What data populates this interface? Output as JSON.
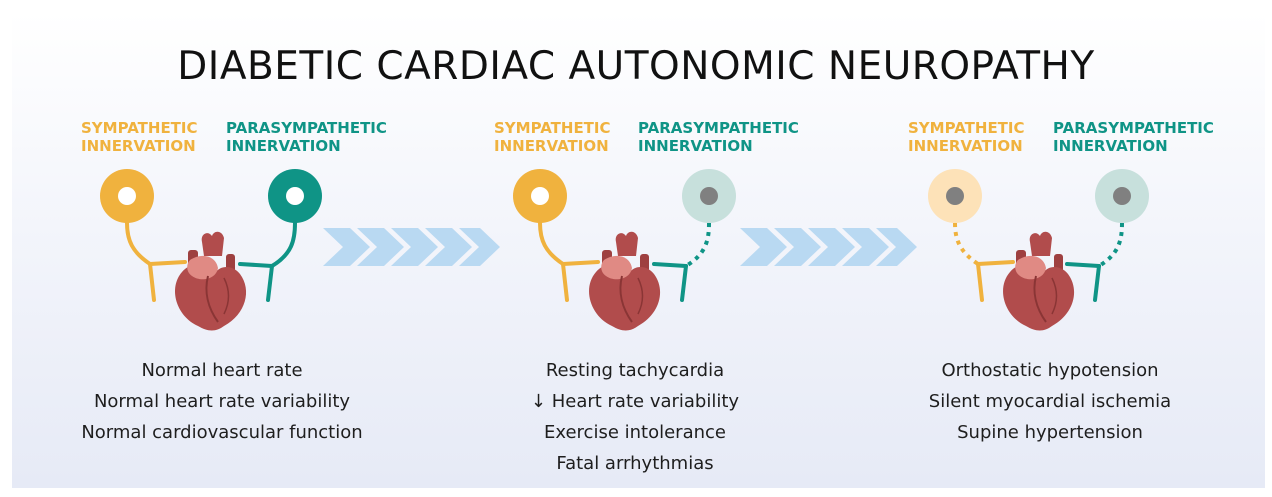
{
  "title": "DIABETIC CARDIAC AUTONOMIC NEUROPATHY",
  "colors": {
    "sympathetic": "#f0b23e",
    "sympathetic_faded": "#fde2b8",
    "parasympathetic": "#0f9486",
    "parasympathetic_faded": "#c7e0dc",
    "arrow": "#b9d9f2",
    "heart": "#b14c4c"
  },
  "panels": [
    {
      "sympathetic_label": [
        "SYMPATHETIC",
        "INNERVATION"
      ],
      "parasympathetic_label": [
        "PARASYMPATHETIC",
        "INNERVATION"
      ],
      "sympathetic_state": "intact",
      "parasympathetic_state": "intact",
      "effects": [
        "Normal heart rate",
        "Normal heart rate variability",
        "Normal cardiovascular function"
      ]
    },
    {
      "sympathetic_label": [
        "SYMPATHETIC",
        "INNERVATION"
      ],
      "parasympathetic_label": [
        "PARASYMPATHETIC",
        "INNERVATION"
      ],
      "sympathetic_state": "intact",
      "parasympathetic_state": "impaired",
      "effects": [
        "Resting tachycardia",
        "↓ Heart rate variability",
        "Exercise intolerance",
        "Fatal arrhythmias"
      ]
    },
    {
      "sympathetic_label": [
        "SYMPATHETIC",
        "INNERVATION"
      ],
      "parasympathetic_label": [
        "PARASYMPATHETIC",
        "INNERVATION"
      ],
      "sympathetic_state": "impaired",
      "parasympathetic_state": "impaired",
      "effects": [
        "Orthostatic hypotension",
        "Silent myocardial ischemia",
        "Supine hypertension"
      ]
    }
  ]
}
